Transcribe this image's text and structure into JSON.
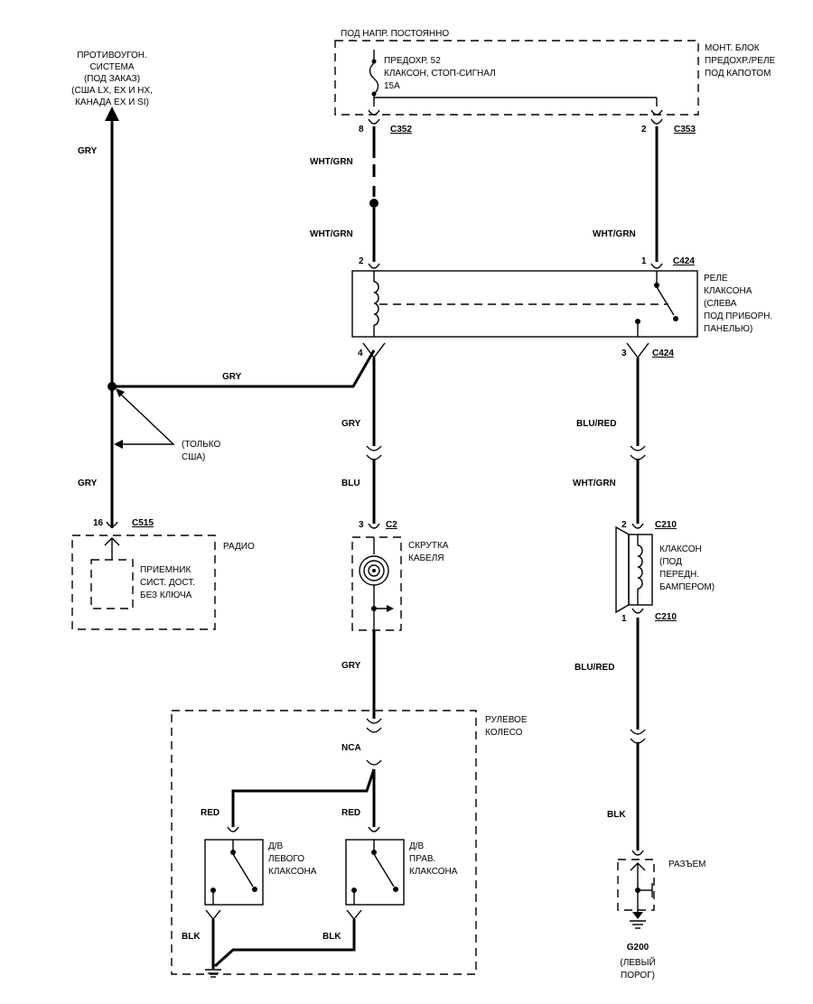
{
  "top": {
    "fuse_supply": "ПОД НАПР. ПОСТОЯННО",
    "fuse_line1": "ПРЕДОХР. 52",
    "fuse_line2": "КЛАКСОН, СТОП-СИГНАЛ",
    "fuse_line3": "15A",
    "box_label": [
      "МОНТ. БЛОК",
      "ПРЕДОХР./РЕЛЕ",
      "ПОД КАПОТОМ"
    ]
  },
  "theft": {
    "lines": [
      "ПРОТИВОУГОН.",
      "СИСТЕМА",
      "(ПОД ЗАКАЗ)",
      "(США LX, EX И HX,",
      "КАНАДА EX И SI)"
    ]
  },
  "connectors": {
    "c352": "C352",
    "c352_pin": "8",
    "c353": "C353",
    "c353_pin": "2",
    "c424_top": "C424",
    "c424_top_pin": "1",
    "relay_pin2": "2",
    "relay_pin4": "4",
    "c424_bottom": "C424",
    "c424_bottom_pin": "3",
    "c515": "C515",
    "c515_pin": "16",
    "c2": "C2",
    "c2_pin": "3",
    "c210_top": "C210",
    "c210_top_pin": "2",
    "c210_bottom": "C210",
    "c210_bottom_pin": "1"
  },
  "wires": {
    "gry_top_left": "GRY",
    "gry_left_lower": "GRY",
    "gry_horizontal": "GRY",
    "wht_grn_1": "WHT/GRN",
    "wht_grn_2": "WHT/GRN",
    "wht_grn_right": "WHT/GRN",
    "gry_center": "GRY",
    "blu_center": "BLU",
    "gry_center_lower": "GRY",
    "nca": "NCA",
    "red_left": "RED",
    "red_right": "RED",
    "blk_left": "BLK",
    "blk_right": "BLK",
    "blu_red_1": "BLU/RED",
    "wht_grn_horn": "WHT/GRN",
    "blu_red_2": "BLU/RED",
    "blk_ground": "BLK"
  },
  "components": {
    "relay": [
      "РЕЛЕ",
      "КЛАКСОНА",
      "(СЛЕВА",
      "ПОД ПРИБОРН.",
      "ПАНЕЛЬЮ)"
    ],
    "usa_only": [
      "(ТОЛЬКО",
      "США)"
    ],
    "radio": "РАДИО",
    "receiver": [
      "ПРИЕМНИК",
      "СИСТ. ДОСТ.",
      "БЕЗ КЛЮЧА"
    ],
    "clockspring": [
      "СКРУТКА",
      "КАБЕЛЯ"
    ],
    "horn": [
      "КЛАКСОН",
      "(ПОД",
      "ПЕРЕДН.",
      "БАМПЕРОМ)"
    ],
    "steering": [
      "РУЛЕВОЕ",
      "КОЛЕСО"
    ],
    "left_switch": [
      "Д/В",
      "ЛЕВОГО",
      "КЛАКСОНА"
    ],
    "right_switch": [
      "Д/В",
      "ПРАВ.",
      "КЛАКСОНА"
    ],
    "connector": "РАЗЪЕМ",
    "ground": [
      "G200",
      "(ЛЕВЫЙ",
      "ПОРОГ)"
    ]
  },
  "colors": {
    "ink": "#000000",
    "background": "#ffffff"
  }
}
